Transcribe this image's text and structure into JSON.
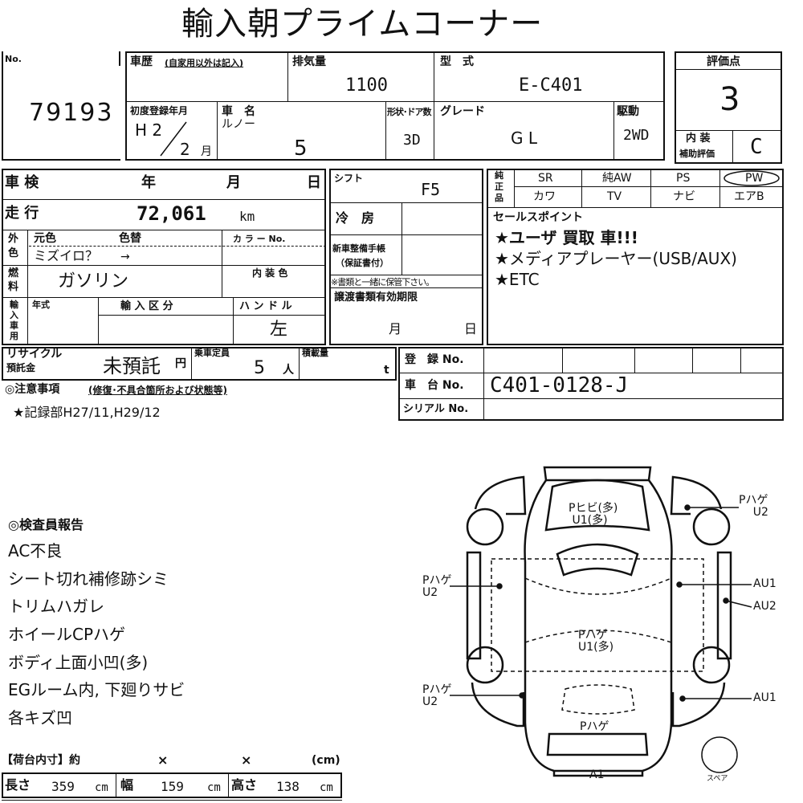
{
  "title": "輸入朝プライムコーナー",
  "no": {
    "label": "No.",
    "value": "79193"
  },
  "history": {
    "label": "車歴",
    "note": "(自家用以外は記入)"
  },
  "displacement": {
    "label": "排気量",
    "value": "1100"
  },
  "model": {
    "label": "型　式",
    "value": "E-C401"
  },
  "grade_score": {
    "label": "評価点",
    "value": "3",
    "interior_label_1": "内 装",
    "interior_label_2": "補助評価",
    "interior_value": "C"
  },
  "first_reg": {
    "label": "初度登録年月",
    "year": "H 2",
    "month": "2",
    "month_unit": "月"
  },
  "car_name": {
    "label": "車　名",
    "maker": "ルノー",
    "value": "5"
  },
  "body": {
    "label": "形状･ドア数",
    "value": "3D"
  },
  "grade": {
    "label": "グレード",
    "value": "G L"
  },
  "drive": {
    "label": "駆動",
    "value": "2WD"
  },
  "inspection": {
    "label": "車 検",
    "year": "年",
    "month": "月",
    "day": "日"
  },
  "shift": {
    "label": "シフト",
    "value": "F5"
  },
  "genuine": {
    "label_1": "純",
    "label_2": "正",
    "label_3": "品",
    "row1": [
      "SR",
      "純AW",
      "PS",
      "PW"
    ],
    "row2": [
      "カワ",
      "TV",
      "ナビ",
      "エアB"
    ]
  },
  "mileage": {
    "label": "走 行",
    "value": "72,061",
    "unit": "km"
  },
  "aircon": {
    "label": "冷　房"
  },
  "sales_points": {
    "label": "セールスポイント",
    "items": [
      "★ユーザ 買取 車!!!",
      "★メディアプレーヤー(USB/AUX)",
      "★ETC"
    ]
  },
  "color": {
    "side_1": "外",
    "side_2": "色",
    "original_label": "元色",
    "change_label": "色替",
    "code_label": "カ ラ ー No.",
    "value": "ミズイロ？",
    "arrow": "→"
  },
  "maintenance": {
    "label_1": "新車整備手帳",
    "label_2": "（保証書付）",
    "note": "※書類と一緒に保管下さい。"
  },
  "fuel": {
    "side_1": "燃",
    "side_2": "料",
    "value": "ガソリン",
    "interior_color_label": "内 装 色"
  },
  "transfer": {
    "label": "譲渡書類有効期限",
    "month": "月",
    "day": "日"
  },
  "import": {
    "side": [
      "輸",
      "入",
      "車",
      "用"
    ],
    "year_label": "年式",
    "kind_label": "輸 入 区 分",
    "handle_label": "ハ ン ド ル",
    "handle_value": "左"
  },
  "recycle": {
    "label_1": "リサイクル",
    "label_2": "預託金",
    "value": "未預託",
    "unit": "円"
  },
  "capacity": {
    "label": "乗車定員",
    "value": "5",
    "unit": "人"
  },
  "load": {
    "label": "積載量",
    "unit": "t"
  },
  "registration": {
    "label": "登　録 No."
  },
  "chassis": {
    "label": "車　台 No.",
    "value": "C401-0128-J"
  },
  "serial": {
    "label": "シリアル No."
  },
  "caution": {
    "label": "◎注意事項",
    "sub": "(修復･不具合箇所および状態等)",
    "text": "★記録部H27/11,H29/12"
  },
  "inspector": {
    "label": "◎検査員報告",
    "items": [
      "AC不良",
      "シート切れ補修跡シミ",
      "トリムハガレ",
      "ホイールCPハゲ",
      "ボディ上面小凹(多)",
      "EGルーム内, 下廻りサビ",
      "各キズ凹"
    ]
  },
  "cargo": {
    "label": "【荷台内寸】約",
    "x1": "×",
    "x2": "×",
    "unit": "(cm)",
    "length_label": "長さ",
    "length": "359",
    "width_label": "幅",
    "width": "159",
    "height_label": "高さ",
    "height": "138",
    "cm": "cm"
  },
  "map": {
    "hood": "Pヒビ(多)\n U1(多)",
    "right_front": "Pハゲ\n    U2",
    "left_door": "Pハゲ\nU2",
    "right_door_1": "AU1",
    "right_door_2": "AU2",
    "roof": "Pハゲ\nU1(多)",
    "left_rear": "Pハゲ\nU2",
    "right_rear": "AU1",
    "trunk": "Pハゲ",
    "rear_bumper": "A1",
    "spare": "スペア"
  }
}
